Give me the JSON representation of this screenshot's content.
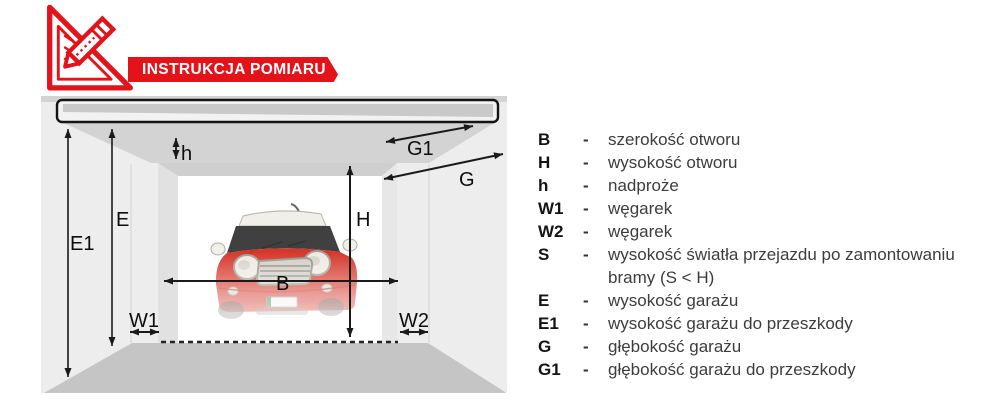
{
  "header": {
    "banner_label": "INSTRUKCJA POMIARU",
    "logo_icon": "ruler-and-pencil"
  },
  "theme": {
    "accent": "#e41319",
    "wall": "#ededed",
    "ceiling": "#d3d3d3",
    "floor": "#c5c5c5",
    "opening": "#ffffff",
    "line": "#1a1a1a",
    "car-red": "#d5382b"
  },
  "diagram": {
    "labels": {
      "B": "B",
      "H": "H",
      "h": "h",
      "W1": "W1",
      "W2": "W2",
      "E": "E",
      "E1": "E1",
      "G": "G",
      "G1": "G1"
    }
  },
  "legend": {
    "items": [
      {
        "symbol": "B",
        "sep": "-",
        "description": "szerokość otworu"
      },
      {
        "symbol": "H",
        "sep": "-",
        "description": "wysokość otworu"
      },
      {
        "symbol": "h",
        "sep": "-",
        "description": "nadproże"
      },
      {
        "symbol": "W1",
        "sep": "-",
        "description": "węgarek"
      },
      {
        "symbol": "W2",
        "sep": "-",
        "description": "węgarek"
      },
      {
        "symbol": "S",
        "sep": "-",
        "description": "wysokość światła przejazdu po zamontowaniu bramy (S < H)"
      },
      {
        "symbol": "E",
        "sep": "-",
        "description": "wysokość garażu"
      },
      {
        "symbol": "E1",
        "sep": "-",
        "description": "wysokość garażu do przeszkody"
      },
      {
        "symbol": "G",
        "sep": "-",
        "description": "głębokość garażu"
      },
      {
        "symbol": "G1",
        "sep": "-",
        "description": "głębokość garażu do przeszkody"
      }
    ]
  }
}
